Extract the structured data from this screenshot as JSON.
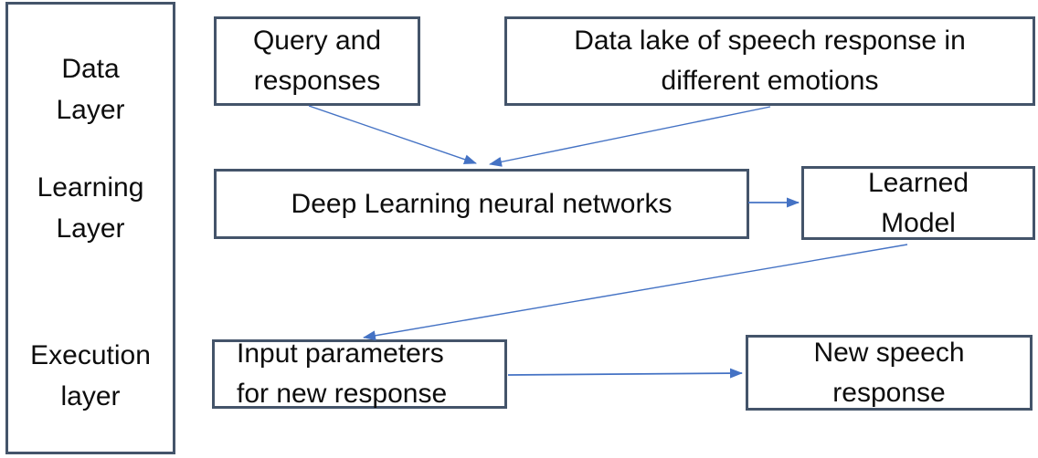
{
  "colors": {
    "border": "#44546A",
    "arrow": "#4472C4",
    "text": "#0d0d0d",
    "background": "#ffffff"
  },
  "layer_panel": {
    "layers": [
      {
        "line1": "Data",
        "line2": "Layer"
      },
      {
        "line1": "Learning",
        "line2": "Layer"
      },
      {
        "line1": "Execution",
        "line2": "layer"
      }
    ]
  },
  "boxes": {
    "query": {
      "line1": "Query and",
      "line2": "responses"
    },
    "data_lake": {
      "line1": "Data lake of speech response in",
      "line2": "different emotions"
    },
    "deep_learning": {
      "label": "Deep Learning neural networks"
    },
    "learned_model": {
      "line1": "Learned",
      "line2": "Model"
    },
    "input_params": {
      "line1": "Input parameters",
      "line2": "for new response"
    },
    "new_speech": {
      "line1": "New speech",
      "line2": "response"
    }
  }
}
